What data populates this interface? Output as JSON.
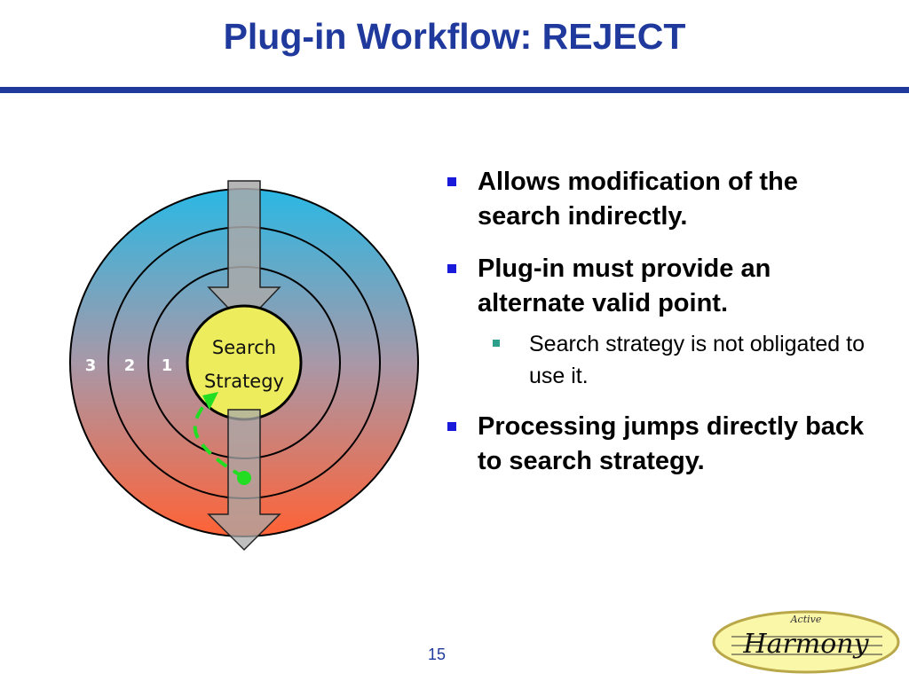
{
  "slide": {
    "title": "Plug-in Workflow: REJECT",
    "page_number": "15"
  },
  "diagram": {
    "center_label_line1": "Search",
    "center_label_line2": "Strategy",
    "ring_labels": [
      "3",
      "2",
      "1"
    ],
    "colors": {
      "gradient_top": "#2ab8e4",
      "gradient_bottom": "#ff6236",
      "center_fill": "#ecec5c",
      "arrow_fill": "#a9a9a9",
      "path_green": "#22dd22"
    }
  },
  "bullets": [
    {
      "text": "Allows modification of the search indirectly."
    },
    {
      "text": "Plug-in must provide an alternate valid point."
    },
    {
      "text": "Search strategy is not obligated to use it.",
      "sub": true
    },
    {
      "text": "Processing jumps directly back to search strategy."
    }
  ],
  "logo": {
    "small_text": "Active",
    "big_text": "Harmony"
  },
  "colors": {
    "title": "#1f3a9c",
    "bullet_marker": "#1a1adb",
    "sub_bullet_marker": "#2e9f8a"
  }
}
